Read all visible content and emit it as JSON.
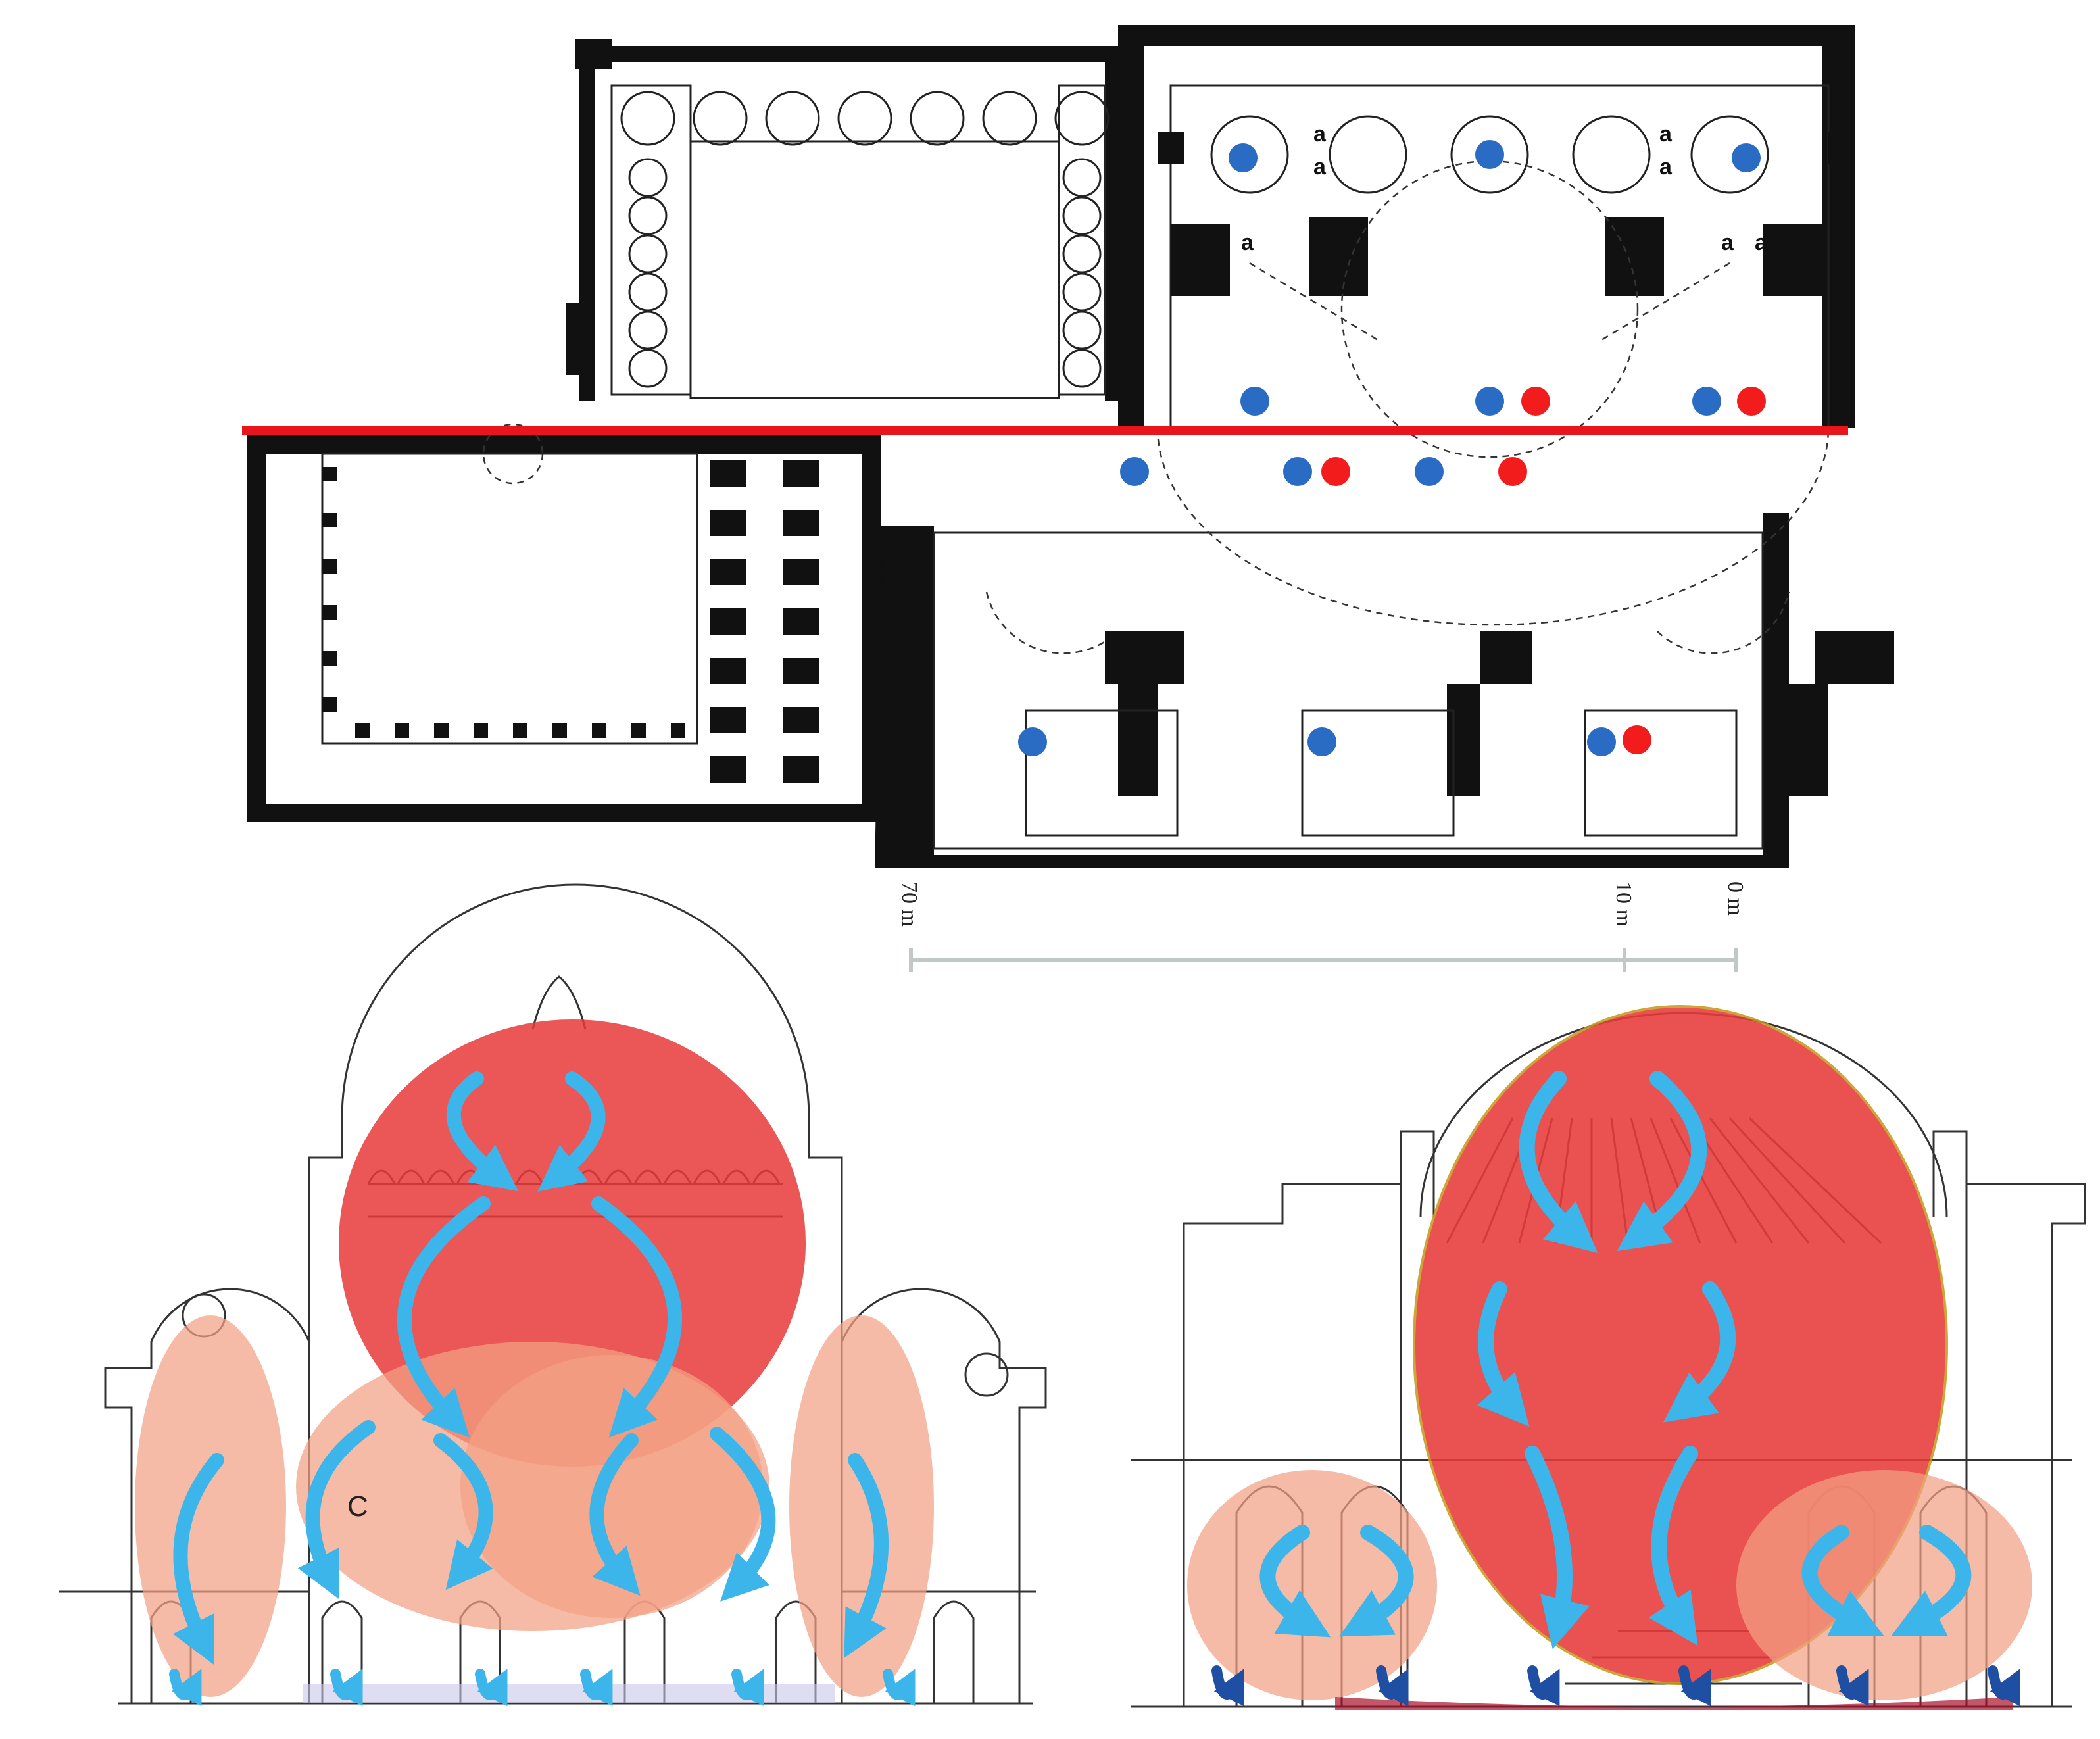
{
  "colors": {
    "cold_marker": "#2a6cc4",
    "hot_marker": "#f21c1c",
    "section_line": "#e8161c",
    "hot_zone": "#e83a3a",
    "warm_zone": "#f2a183",
    "airflow_arrow": "#3cb6ea",
    "floor_arrow": "#1f4fa3"
  },
  "plan": {
    "section_line_color": "#e8161c",
    "letter_marks": [
      "a",
      "a",
      "a",
      "a",
      "a",
      "a",
      "a",
      "a"
    ]
  },
  "scale_bar": {
    "labels": [
      "70 m",
      "10 m",
      "0 m"
    ]
  },
  "section_left": {
    "zone_label": "C",
    "icons": {
      "hot_zone": "hot-air-zone-icon",
      "warm_zone": "warm-air-zone-icon",
      "arrow": "airflow-arrow-icon"
    }
  },
  "section_right": {
    "icons": {
      "hot_zone": "hot-air-zone-icon",
      "warm_zone": "warm-air-zone-icon",
      "arrow": "airflow-arrow-icon"
    }
  }
}
